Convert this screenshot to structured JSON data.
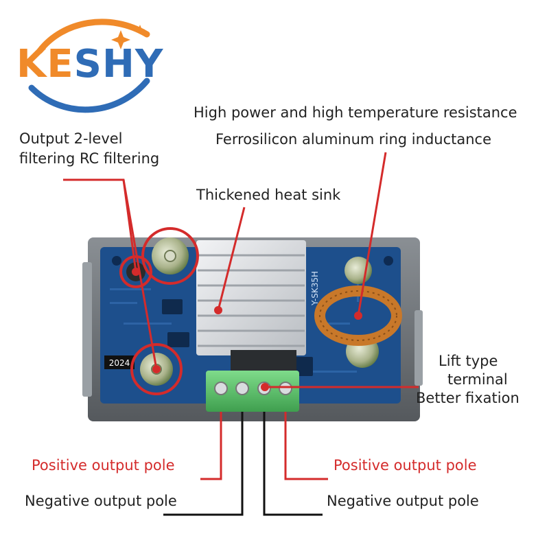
{
  "brand": {
    "logo_text": "KESHY",
    "logo_colors": {
      "orange": "#f08a2a",
      "blue": "#2f6cb6"
    }
  },
  "callouts": {
    "inductor_line1": "High power and high temperature resistance",
    "inductor_line2": "Ferrosilicon aluminum ring inductance",
    "filter_line1": "Output 2-level",
    "filter_line2": "filtering RC filtering",
    "heatsink": "Thickened heat sink",
    "terminal_line1": "Lift type",
    "terminal_line2": "terminal",
    "terminal_line3": "Better fixation"
  },
  "terminals": {
    "positive_left": "Positive output pole",
    "positive_right": "Positive output pole",
    "negative_left": "Negative output pole",
    "negative_right": "Negative output pole"
  },
  "board": {
    "silk_model": "Y-SK35H",
    "silk_year": "2024"
  },
  "colors": {
    "accent_red": "#d42b2b",
    "pcb_blue": "#1d4f8c",
    "terminal_green": "#5cc46a",
    "case_gray": "#6e7378",
    "coil_copper": "#c8782a"
  }
}
